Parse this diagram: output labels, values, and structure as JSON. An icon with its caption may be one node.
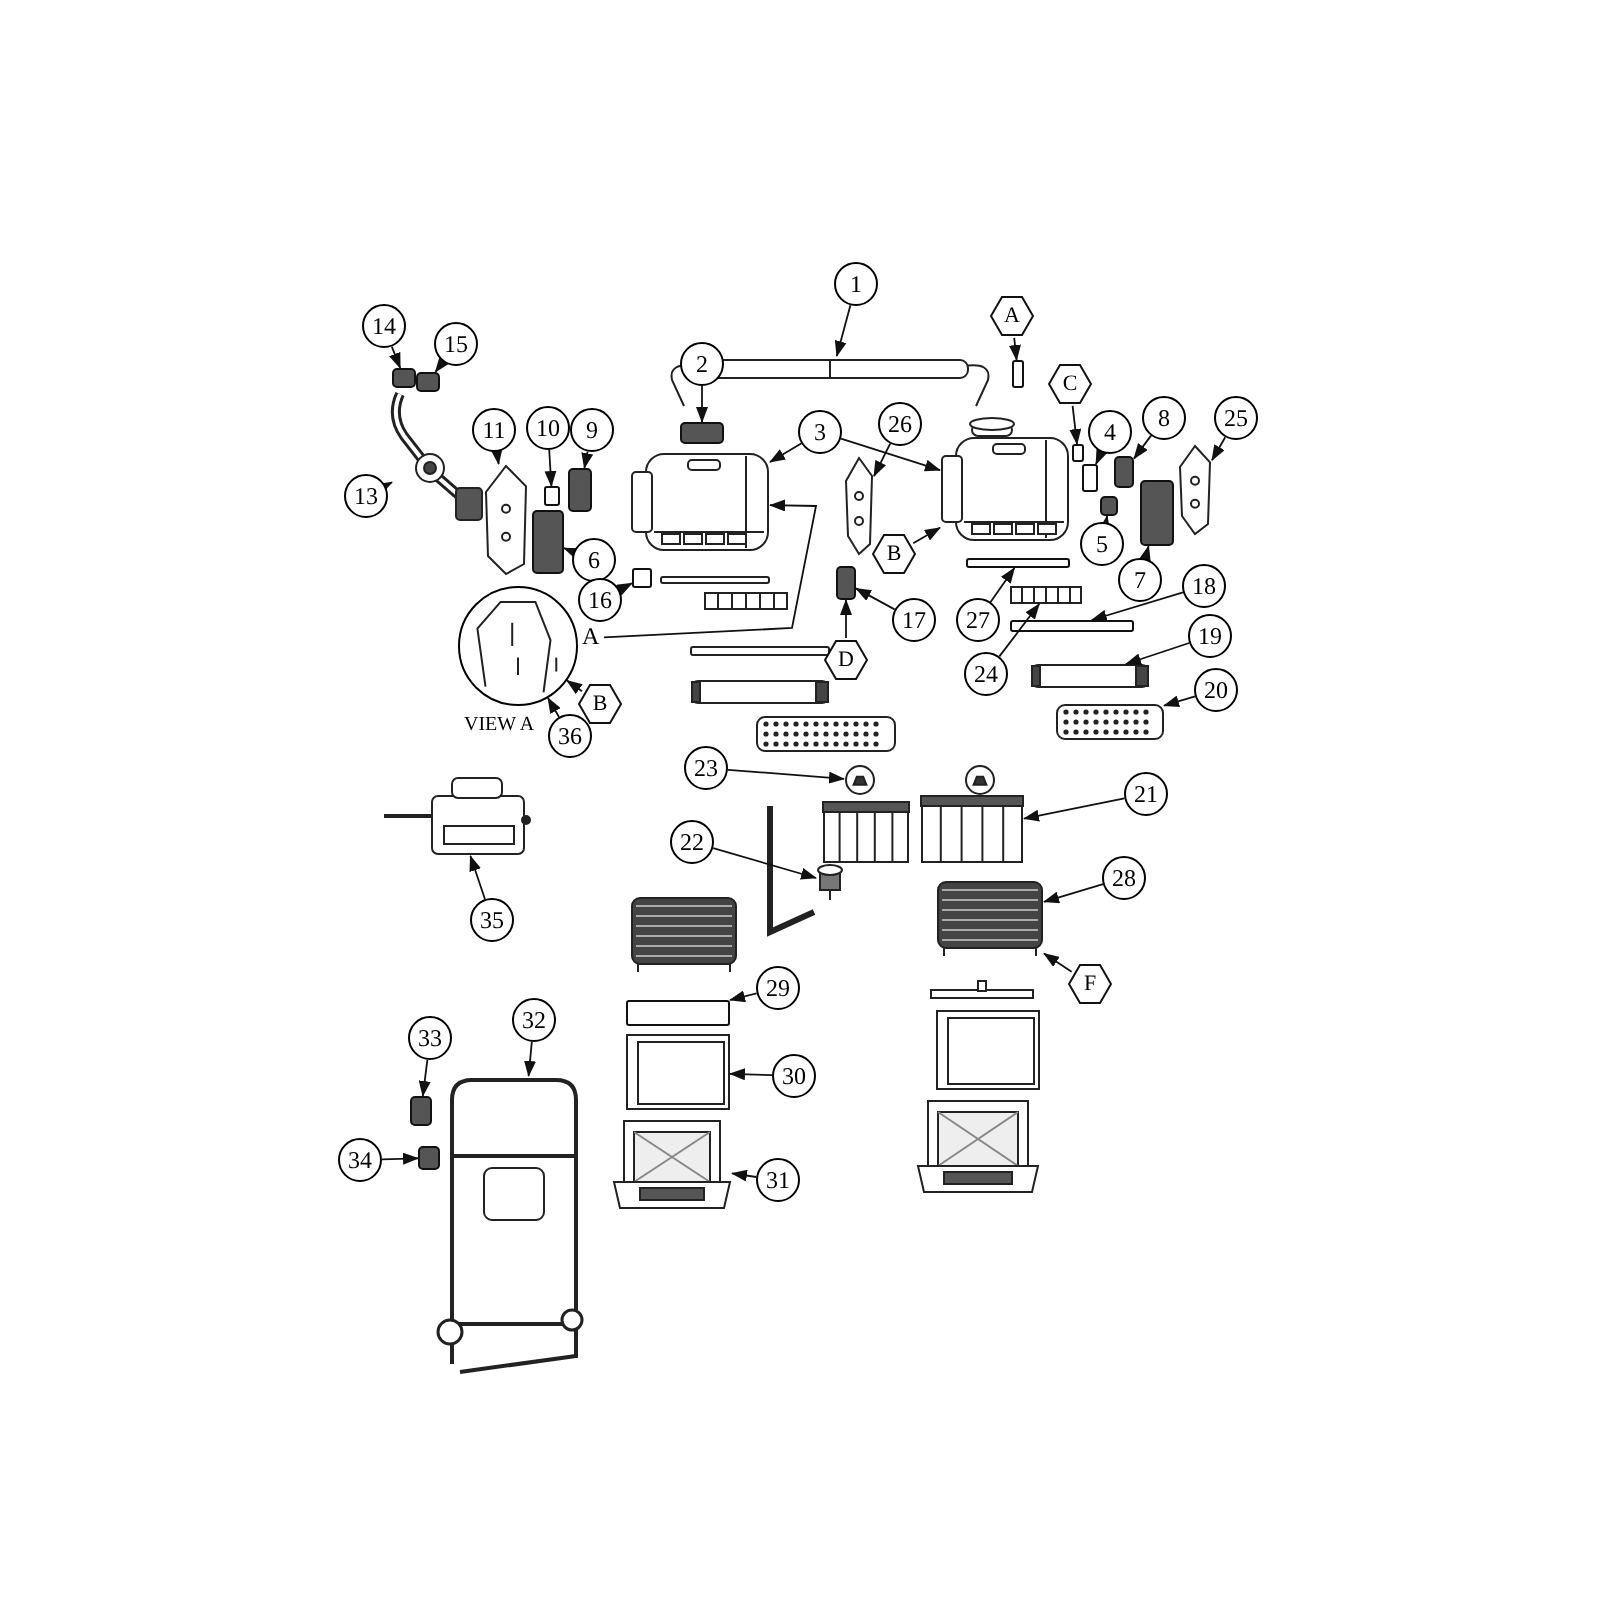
{
  "diagram": {
    "nodes": [
      {
        "text": [
          "1"
        ]
      },
      {
        "text": [
          "A"
        ]
      },
      {
        "text": [
          "14"
        ]
      },
      {
        "text": [
          "15"
        ]
      },
      {
        "text": [
          "2"
        ]
      },
      {
        "text": [
          "3"
        ]
      },
      {
        "text": [
          "C"
        ]
      },
      {
        "text": [
          "8"
        ]
      },
      {
        "text": [
          "25"
        ]
      },
      {
        "text": [
          "11"
        ]
      },
      {
        "text": [
          "10"
        ]
      },
      {
        "text": [
          "9"
        ]
      },
      {
        "text": [
          "4"
        ]
      },
      {
        "text": [
          "26"
        ]
      },
      {
        "text": [
          "13"
        ]
      },
      {
        "text": [
          "5"
        ]
      },
      {
        "text": [
          "B"
        ]
      },
      {
        "text": [
          "6"
        ]
      },
      {
        "text": [
          "7"
        ]
      },
      {
        "text": [
          "18"
        ]
      },
      {
        "text": [
          "16"
        ]
      },
      {
        "text": [
          "27"
        ]
      },
      {
        "text": [
          "17"
        ]
      },
      {
        "text": [
          "A"
        ]
      },
      {
        "text": [
          "19"
        ]
      },
      {
        "text": [
          "D"
        ]
      },
      {
        "text": [
          "24"
        ]
      },
      {
        "text": [
          "20"
        ]
      },
      {
        "text": [
          "B"
        ]
      },
      {
        "text": [
          "36"
        ]
      },
      {
        "text": [
          "23"
        ]
      },
      {
        "text": [
          "21"
        ]
      },
      {
        "text": [
          "22"
        ]
      },
      {
        "text": [
          "28"
        ]
      },
      {
        "text": [
          "35"
        ]
      },
      {
        "text": [
          "F"
        ]
      },
      {
        "text": [
          "29"
        ]
      },
      {
        "text": [
          "32"
        ]
      },
      {
        "text": [
          "33"
        ]
      },
      {
        "text": [
          "30"
        ]
      },
      {
        "text": [
          "34"
        ]
      },
      {
        "text": [
          "31"
        ]
      },
      {
        "text": [],
        "shape": "circle",
        "beside": [
          "VIEW A"
        ]
      },
      {
        "text": [],
        "shape": "picture"
      },
      {
        "text": [],
        "shape": "bar"
      },
      {
        "text": [],
        "shape": "box"
      },
      {
        "text": [],
        "shape": "box"
      },
      {
        "text": [],
        "shape": "box"
      },
      {
        "text": [],
        "shape": "picture"
      },
      {
        "text": [],
        "shape": "picture"
      },
      {
        "text": [],
        "shape": "bar"
      },
      {
        "text": [],
        "shape": "box"
      },
      {
        "text": [],
        "shape": "picture"
      },
      {
        "text": [],
        "shape": "picture"
      },
      {
        "text": [],
        "shape": "bar"
      },
      {
        "text": [],
        "shape": "box"
      },
      {
        "text": [],
        "shape": "bar"
      },
      {
        "text": [],
        "shape": "picture"
      },
      {
        "text": [],
        "shape": "picture"
      },
      {
        "text": [],
        "shape": "box"
      },
      {
        "text": [],
        "shape": "box"
      },
      {
        "text": [],
        "shape": "box"
      },
      {
        "text": [],
        "shape": "bar"
      },
      {
        "text": [],
        "shape": "bar"
      },
      {
        "text": [],
        "shape": "bar"
      },
      {
        "text": [],
        "shape": "box"
      },
      {
        "text": [],
        "shape": "picture"
      },
      {
        "text": [],
        "shape": "picture"
      },
      {
        "text": [],
        "shape": "picture"
      },
      {
        "text": [],
        "shape": "picture"
      },
      {
        "text": [],
        "shape": "picture"
      },
      {
        "text": [],
        "shape": "picture"
      },
      {
        "text": [],
        "shape": "picture"
      },
      {
        "text": [],
        "shape": "picture"
      },
      {
        "text": [],
        "shape": "bar"
      },
      {
        "text": [],
        "shape": "picture"
      },
      {
        "text": [],
        "shape": "box"
      },
      {
        "text": [],
        "shape": "picture"
      },
      {
        "text": [],
        "shape": "box"
      },
      {
        "text": [],
        "shape": "picture"
      }
    ],
    "edges": [
      {
        "from": 0,
        "to": 43,
        "arrow": "to"
      },
      {
        "from": 1,
        "to": 44,
        "arrow": "to"
      },
      {
        "from": 2,
        "to": 45,
        "arrow": "to"
      },
      {
        "from": 3,
        "to": 46,
        "arrow": "to"
      },
      {
        "from": 4,
        "to": 47,
        "arrow": "to"
      },
      {
        "from": 5,
        "to": 48,
        "arrow": "to"
      },
      {
        "from": 5,
        "to": 49,
        "arrow": "to"
      },
      {
        "from": 6,
        "to": 50,
        "arrow": "to"
      },
      {
        "from": 7,
        "to": 51,
        "arrow": "to"
      },
      {
        "from": 8,
        "to": 52,
        "arrow": "to"
      },
      {
        "from": 9,
        "to": 53,
        "arrow": "to"
      },
      {
        "from": 10,
        "to": 54,
        "arrow": "to"
      },
      {
        "from": 11,
        "to": 55,
        "arrow": "to"
      },
      {
        "from": 12,
        "to": 56,
        "arrow": "to"
      },
      {
        "from": 13,
        "to": 57,
        "arrow": "to"
      },
      {
        "from": 14,
        "to": 58,
        "arrow": "to"
      },
      {
        "from": 15,
        "to": 59,
        "arrow": "to"
      },
      {
        "from": 16,
        "to": 49,
        "arrow": "to"
      },
      {
        "from": 17,
        "to": 60,
        "arrow": "to"
      },
      {
        "from": 18,
        "to": 61,
        "arrow": "to"
      },
      {
        "from": 19,
        "to": 62,
        "arrow": "to"
      },
      {
        "from": 20,
        "to": 63,
        "arrow": "to"
      },
      {
        "from": 21,
        "to": 64,
        "arrow": "to"
      },
      {
        "from": 22,
        "to": 65,
        "arrow": "to"
      },
      {
        "from": 23,
        "to": 48,
        "arrow": "to"
      },
      {
        "from": 24,
        "to": 66,
        "arrow": "to"
      },
      {
        "from": 25,
        "to": 65,
        "arrow": "to"
      },
      {
        "from": 26,
        "to": 67,
        "arrow": "to"
      },
      {
        "from": 27,
        "to": 68,
        "arrow": "to"
      },
      {
        "from": 28,
        "to": 42,
        "arrow": "to"
      },
      {
        "from": 29,
        "to": 42,
        "arrow": "to"
      },
      {
        "from": 30,
        "to": 69,
        "arrow": "to"
      },
      {
        "from": 31,
        "to": 70,
        "arrow": "to"
      },
      {
        "from": 32,
        "to": 71,
        "arrow": "to"
      },
      {
        "from": 33,
        "to": 72,
        "arrow": "to"
      },
      {
        "from": 34,
        "to": 73,
        "arrow": "to"
      },
      {
        "from": 35,
        "to": 72,
        "arrow": "to"
      },
      {
        "from": 36,
        "to": 74,
        "arrow": "to"
      },
      {
        "from": 37,
        "to": 75,
        "arrow": "to"
      },
      {
        "from": 38,
        "to": 76,
        "arrow": "to"
      },
      {
        "from": 39,
        "to": 77,
        "arrow": "to"
      },
      {
        "from": 40,
        "to": 78,
        "arrow": "to"
      },
      {
        "from": 41,
        "to": 79,
        "arrow": "to"
      }
    ]
  }
}
